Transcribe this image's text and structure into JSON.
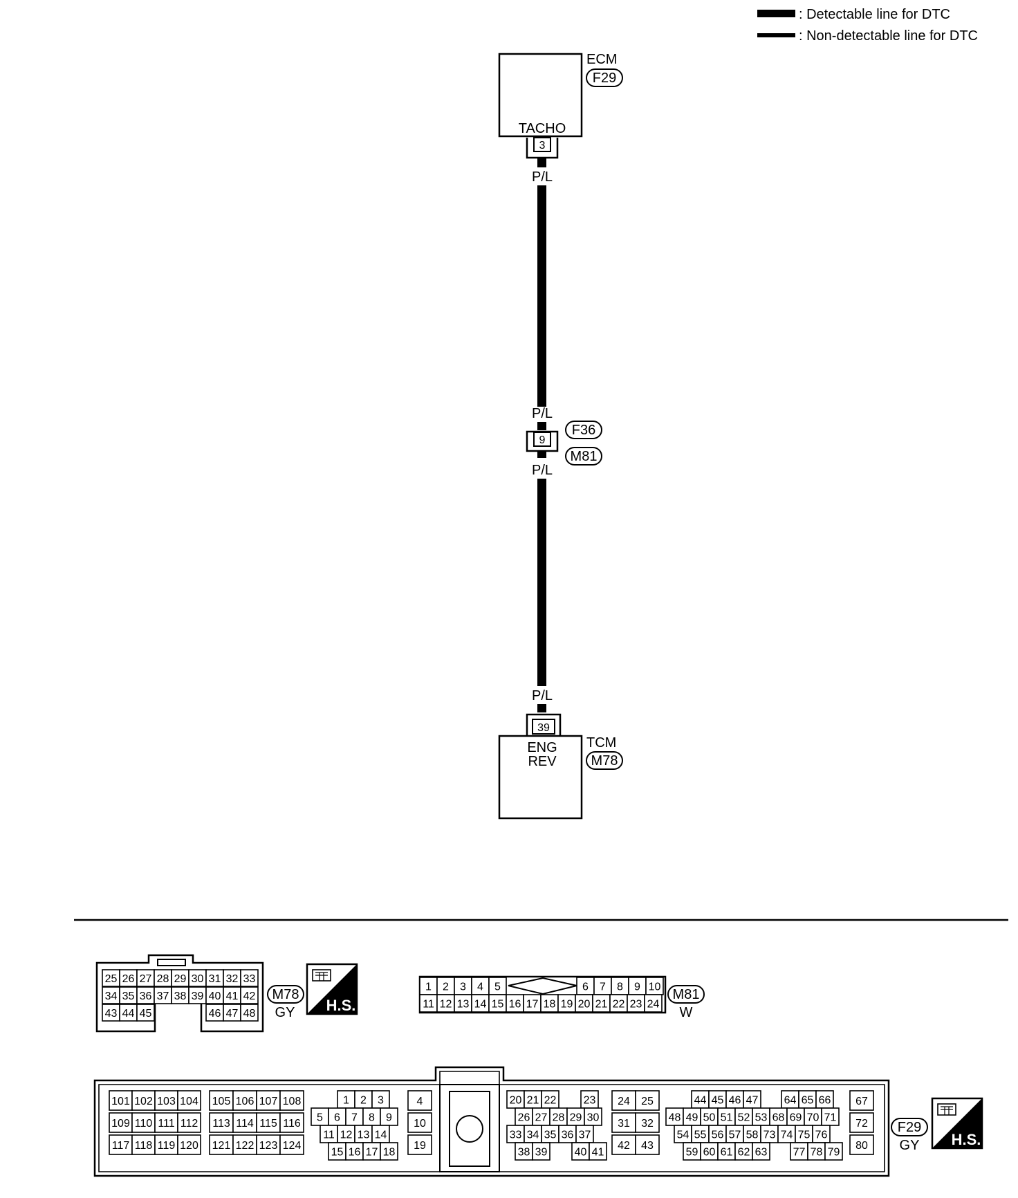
{
  "legend": {
    "detectable": ": Detectable line for DTC",
    "non_detectable": ": Non-detectable line for DTC"
  },
  "ecm": {
    "name": "ECM",
    "connector": "F29",
    "terminal_label": "TACHO",
    "pin": "3"
  },
  "wire_color": "P/L",
  "joint": {
    "pin": "9",
    "connector_top": "F36",
    "connector_bottom": "M81"
  },
  "tcm": {
    "name": "TCM",
    "connector": "M78",
    "terminal_label_1": "ENG",
    "terminal_label_2": "REV",
    "pin": "39"
  },
  "connectors": {
    "m78": {
      "id": "M78",
      "color": "GY",
      "hs": "H.S.",
      "rows": [
        [
          "25",
          "26",
          "27",
          "28",
          "29",
          "30",
          "31",
          "32",
          "33"
        ],
        [
          "34",
          "35",
          "36",
          "37",
          "38",
          "39",
          "40",
          "41",
          "42"
        ],
        [
          "43",
          "44",
          "45",
          "46",
          "47",
          "48"
        ]
      ]
    },
    "m81": {
      "id": "M81",
      "color": "W",
      "top": [
        "1",
        "2",
        "3",
        "4",
        "5",
        "6",
        "7",
        "8",
        "9",
        "10"
      ],
      "bottom": [
        "11",
        "12",
        "13",
        "14",
        "15",
        "16",
        "17",
        "18",
        "19",
        "20",
        "21",
        "22",
        "23",
        "24"
      ]
    },
    "f29": {
      "id": "F29",
      "color": "GY",
      "hs": "H.S.",
      "g1": [
        [
          "101",
          "102",
          "103",
          "104"
        ],
        [
          "109",
          "110",
          "111",
          "112"
        ],
        [
          "117",
          "118",
          "119",
          "120"
        ]
      ],
      "g2": [
        [
          "105",
          "106",
          "107",
          "108"
        ],
        [
          "113",
          "114",
          "115",
          "116"
        ],
        [
          "121",
          "122",
          "123",
          "124"
        ]
      ],
      "g3": [
        [
          "1",
          "2",
          "3"
        ],
        [
          "5",
          "6",
          "7",
          "8",
          "9"
        ],
        [
          "11",
          "12",
          "13",
          "14"
        ],
        [
          "15",
          "16",
          "17",
          "18"
        ]
      ],
      "g4": [
        "4",
        "10",
        "19"
      ],
      "g5": [
        [
          "20",
          "21",
          "22",
          "23"
        ],
        [
          "26",
          "27",
          "28",
          "29",
          "30"
        ],
        [
          "33",
          "34",
          "35",
          "36",
          "37"
        ],
        [
          "38",
          "39",
          "40",
          "41"
        ]
      ],
      "g6": [
        [
          "24",
          "25"
        ],
        [
          "31",
          "32"
        ],
        [
          "42",
          "43"
        ]
      ],
      "g7": [
        [
          "44",
          "45",
          "46",
          "47",
          "64",
          "65",
          "66"
        ],
        [
          "48",
          "49",
          "50",
          "51",
          "52",
          "53",
          "68",
          "69",
          "70",
          "71"
        ],
        [
          "54",
          "55",
          "56",
          "57",
          "58",
          "73",
          "74",
          "75",
          "76"
        ],
        [
          "59",
          "60",
          "61",
          "62",
          "63",
          "77",
          "78",
          "79"
        ]
      ],
      "g8": [
        "67",
        "72",
        "80"
      ]
    }
  }
}
